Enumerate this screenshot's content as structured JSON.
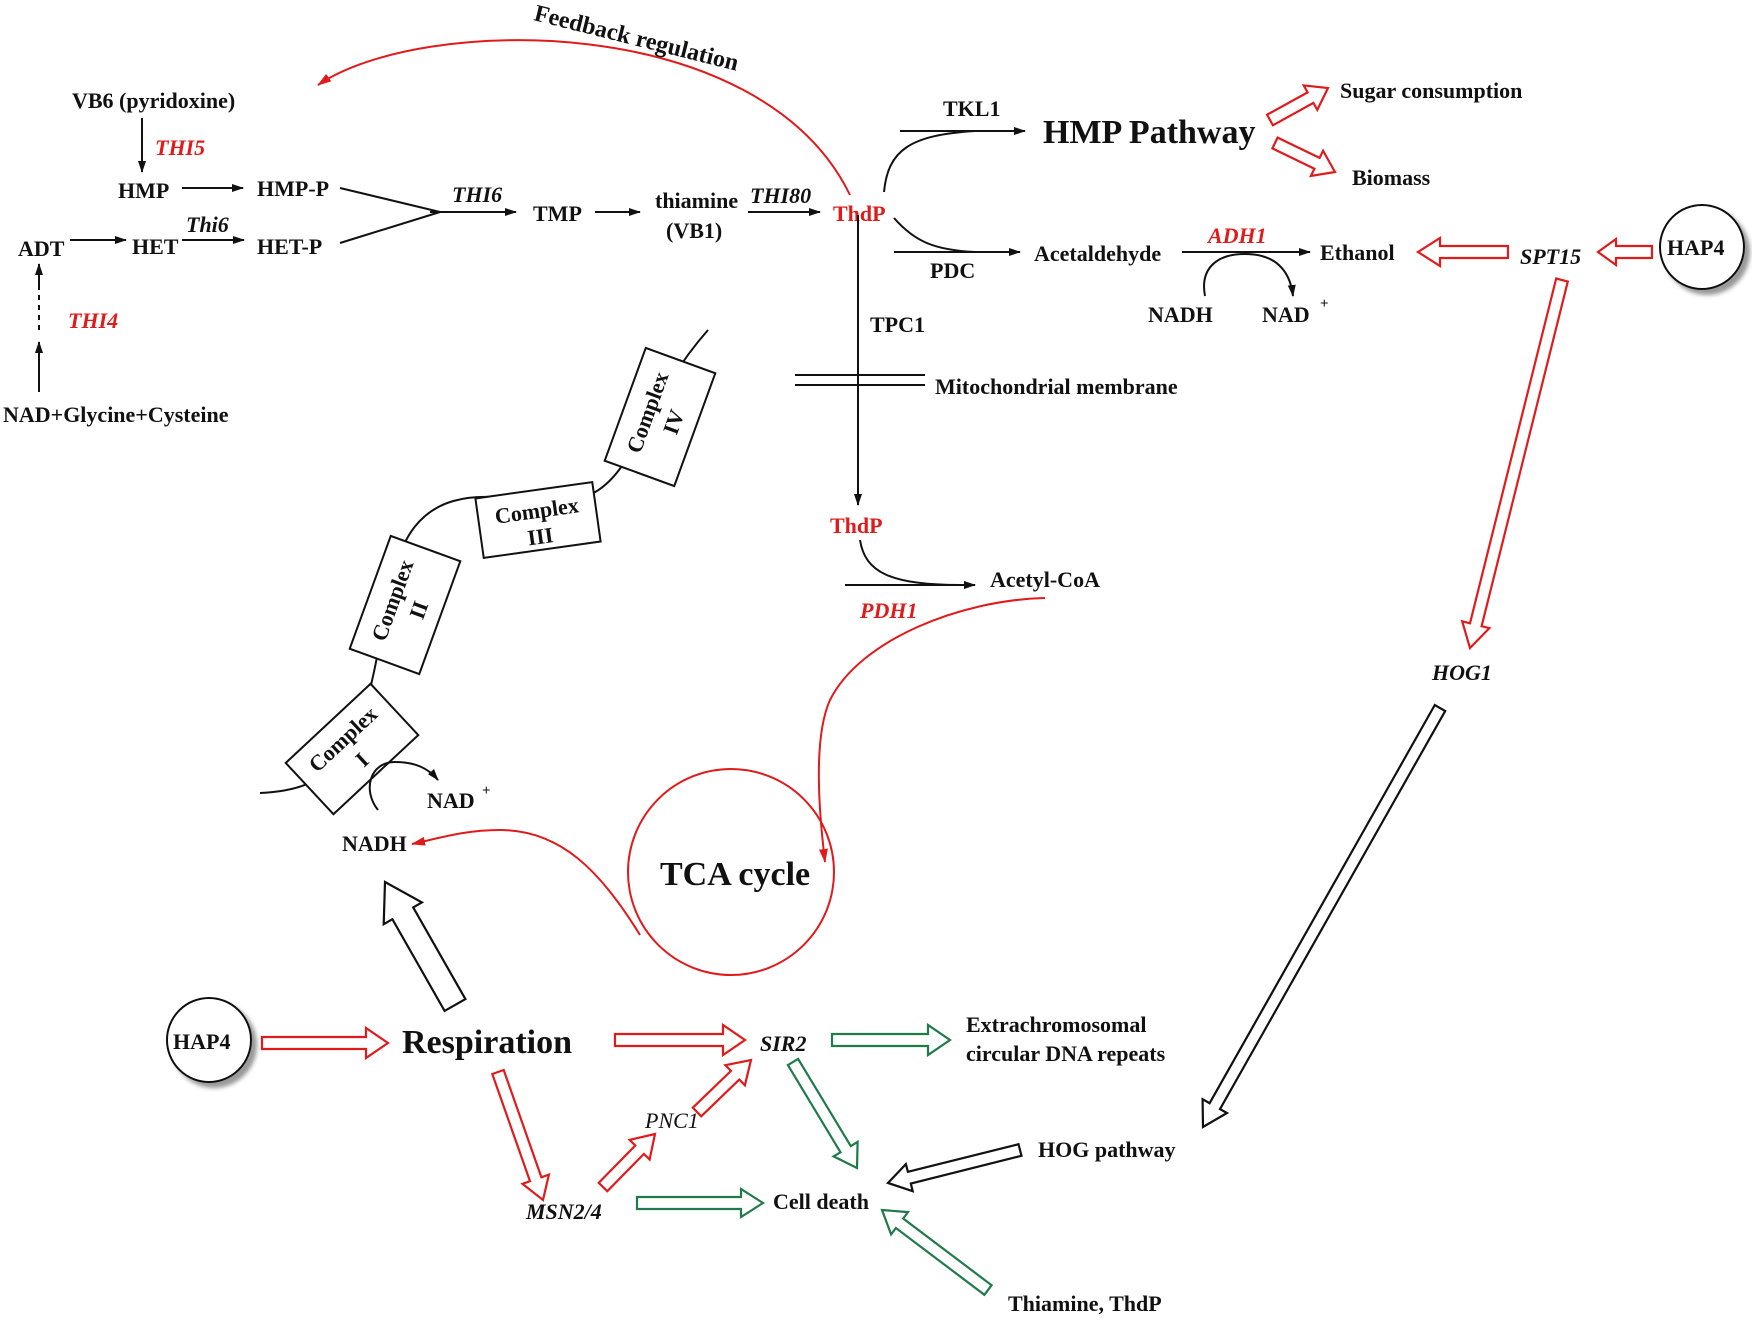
{
  "colors": {
    "accent_red": "#e01b1b",
    "green": "#1f7a4c",
    "black": "#111111"
  },
  "labels": {
    "feedback": "Feedback regulation",
    "vb6": "VB6 (pyridoxine)",
    "thi5": "THI5",
    "hmp": "HMP",
    "hmpp": "HMP-P",
    "adt": "ADT",
    "het": "HET",
    "thi6_lower": "Thi6",
    "hetp": "HET-P",
    "thi4": "THI4",
    "nad_gly_cys": "NAD+Glycine+Cysteine",
    "thi6": "THI6",
    "tmp": "TMP",
    "thiamine": "thiamine",
    "vb1": "(VB1)",
    "thi80": "THI80",
    "thdp": "ThdP",
    "tkl1": "TKL1",
    "hmp_pathway": "HMP Pathway",
    "sugar": "Sugar consumption",
    "biomass": "Biomass",
    "pdc": "PDC",
    "acetaldehyde": "Acetaldehyde",
    "adh1": "ADH1",
    "ethanol": "Ethanol",
    "nadh": "NADH",
    "nad": "NAD",
    "plus": "+",
    "spt15": "SPT15",
    "hap4": "HAP4",
    "tpc1": "TPC1",
    "mito": "Mitochondrial membrane",
    "complex": "Complex",
    "c_iv": "IV",
    "c_iii": "III",
    "c_ii": "II",
    "c_i": "I",
    "thdp2": "ThdP",
    "acetyl": "Acetyl-CoA",
    "pdh1": "PDH1",
    "hog1": "HOG1",
    "nad2": "NAD",
    "nadh2": "NADH",
    "tca": "TCA cycle",
    "hap4_2": "HAP4",
    "respiration": "Respiration",
    "sir2": "SIR2",
    "extra1": "Extrachromosomal",
    "extra2": "circular DNA repeats",
    "pnc1": "PNC1",
    "hog_pathway": "HOG pathway",
    "msn": "MSN2/4",
    "cell_death": "Cell death",
    "thiamine_thdp": "Thiamine, ThdP"
  }
}
